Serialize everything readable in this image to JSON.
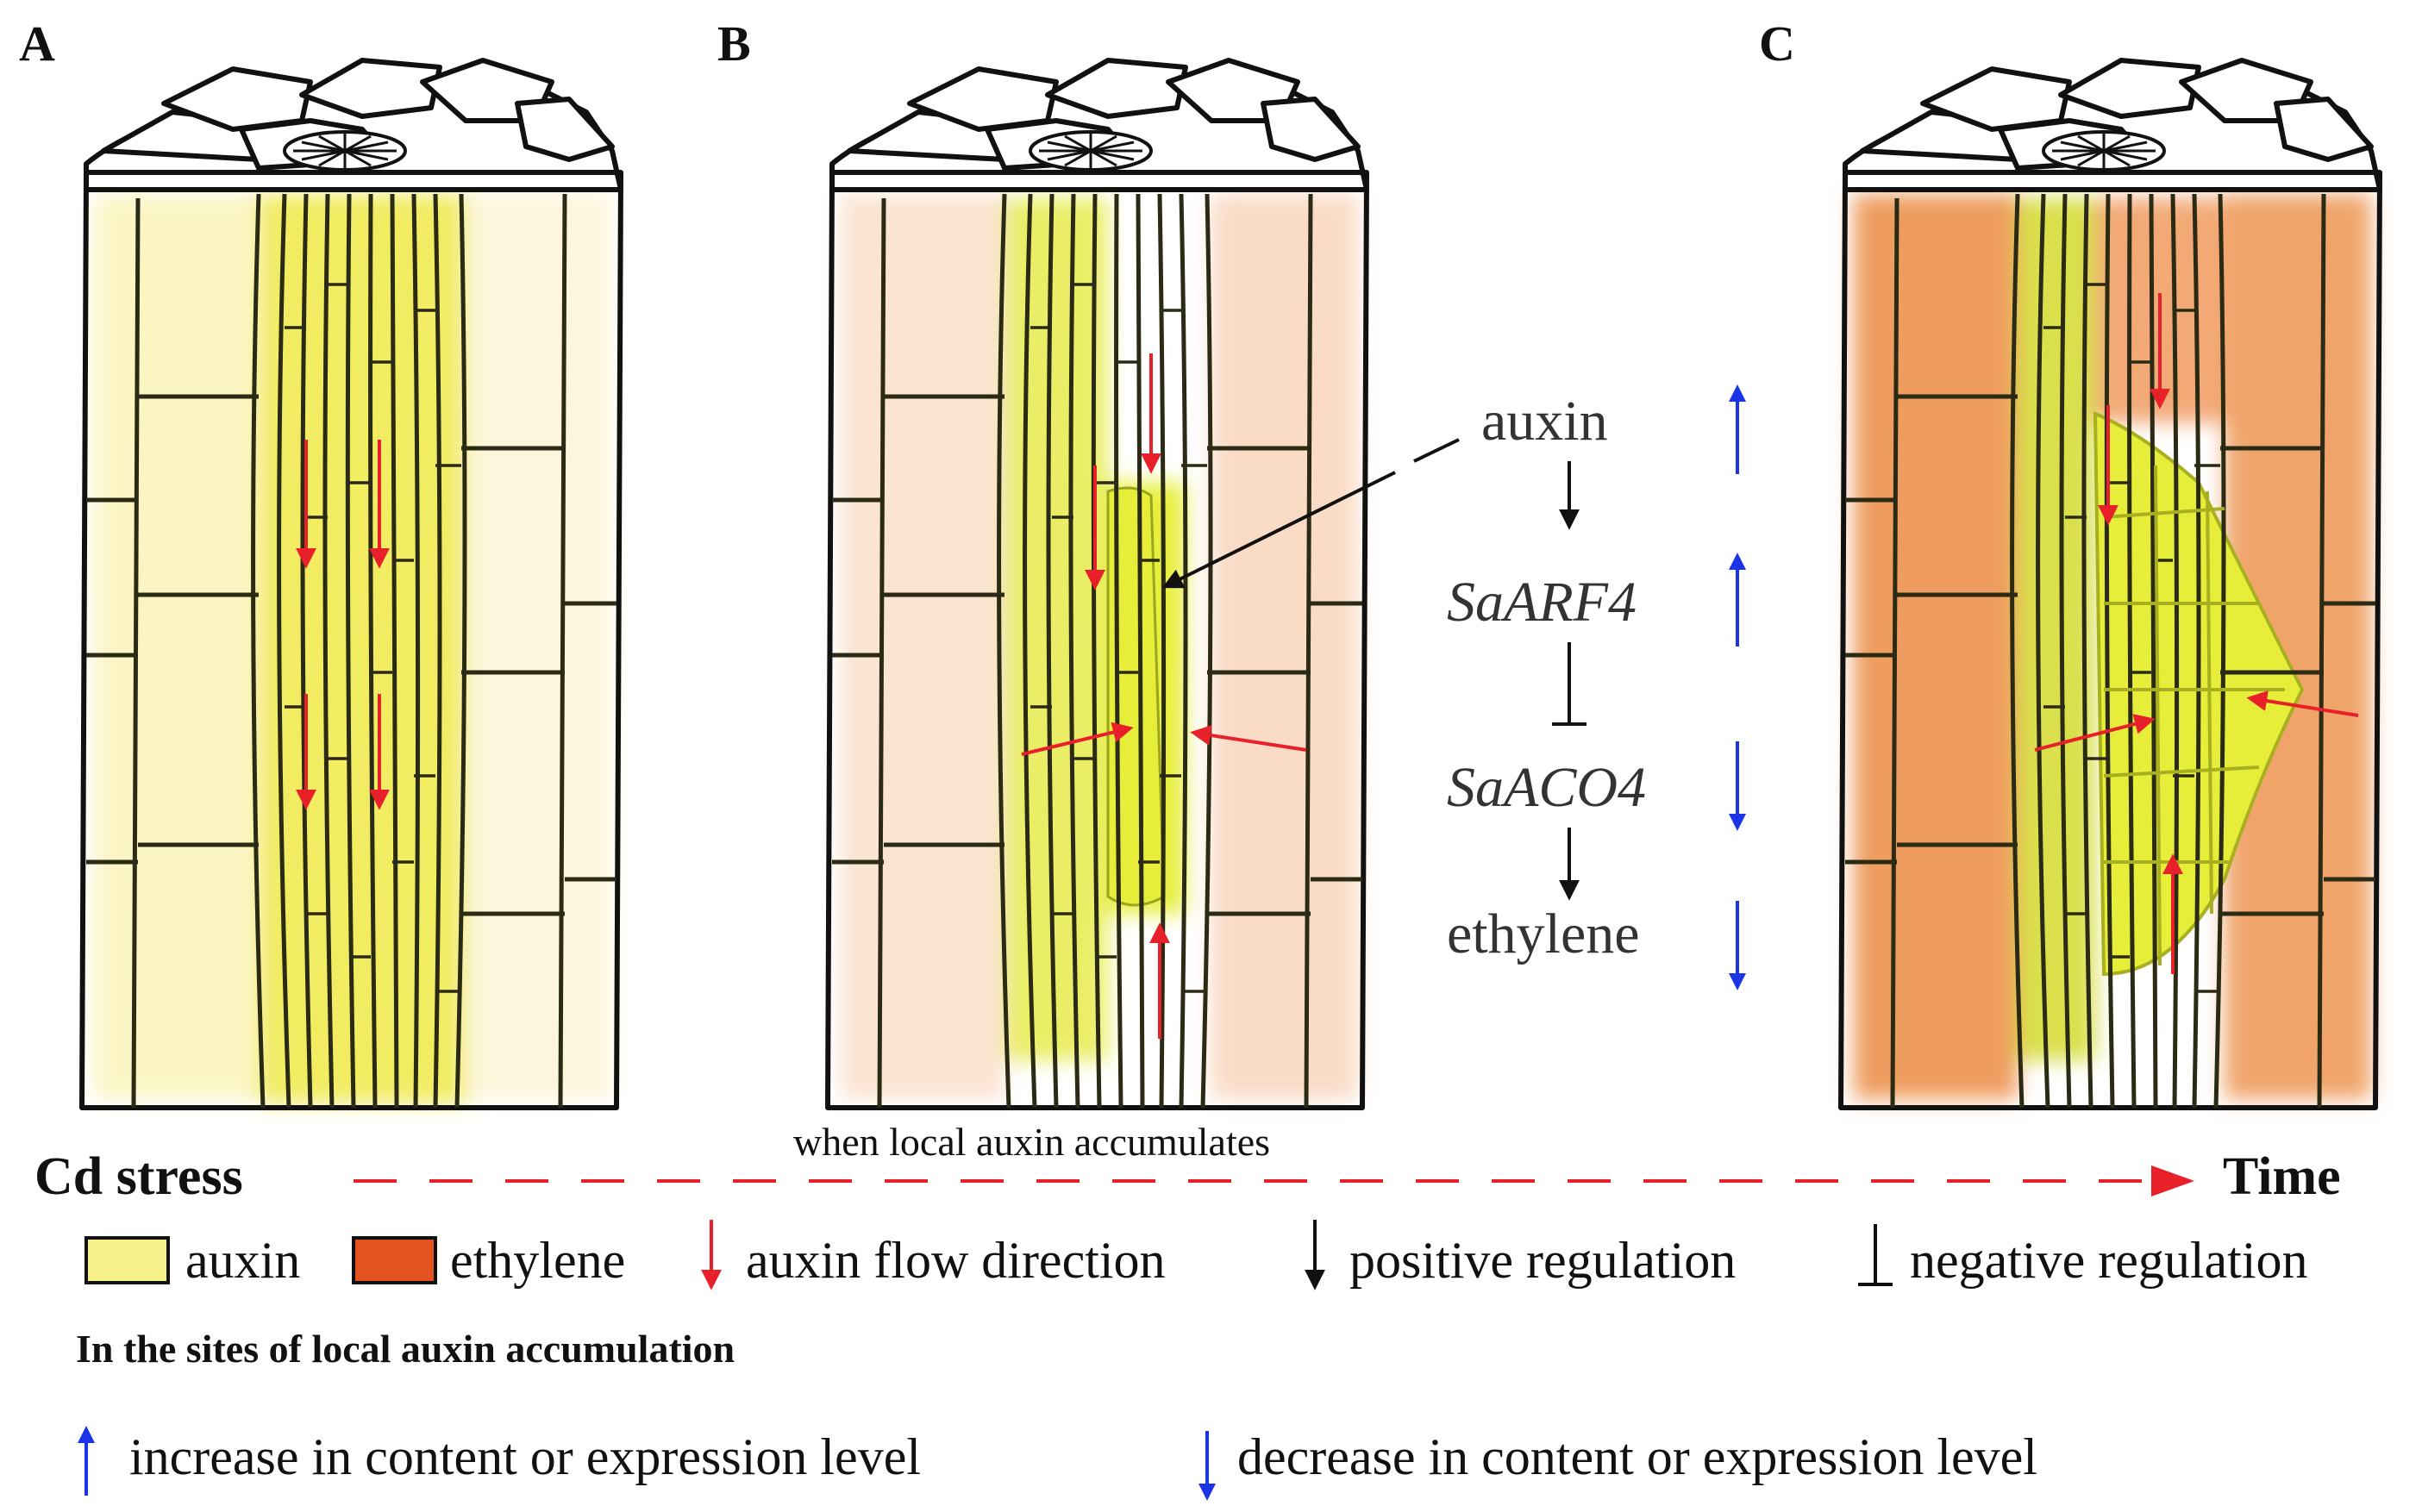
{
  "panels": [
    {
      "letter": "A"
    },
    {
      "letter": "B",
      "caption": "when local auxin accumulates"
    },
    {
      "letter": "C"
    }
  ],
  "pathway": {
    "steps": [
      {
        "label": "auxin",
        "change": "increase"
      },
      {
        "label": "SaARF4",
        "change": "increase"
      },
      {
        "label": "SaACO4",
        "change": "decrease"
      },
      {
        "label": "ethylene",
        "change": "decrease"
      }
    ],
    "links": [
      "positive",
      "negative",
      "positive"
    ]
  },
  "timeline": {
    "start_label": "Cd stress",
    "end_label": "Time"
  },
  "legend": {
    "auxin": "auxin",
    "ethylene": "ethylene",
    "flow": "auxin flow direction",
    "positive": "positive regulation",
    "negative": "negative regulation",
    "sites_heading": "In the sites of local auxin accumulation",
    "increase": "increase in content or expression level",
    "decrease": "decrease in content or expression level"
  },
  "colors": {
    "auxin": "#f6f08a",
    "auxin_strong": "#e4ec3c",
    "ethylene": "#e2531f",
    "ethylene_light": "#f8d9c0",
    "ethylene_mid": "#ef9d62",
    "flow_arrow": "#e8202a",
    "increase_arrow": "#1a34e6",
    "decrease_arrow": "#1a34e6",
    "regulation": "#111111"
  }
}
